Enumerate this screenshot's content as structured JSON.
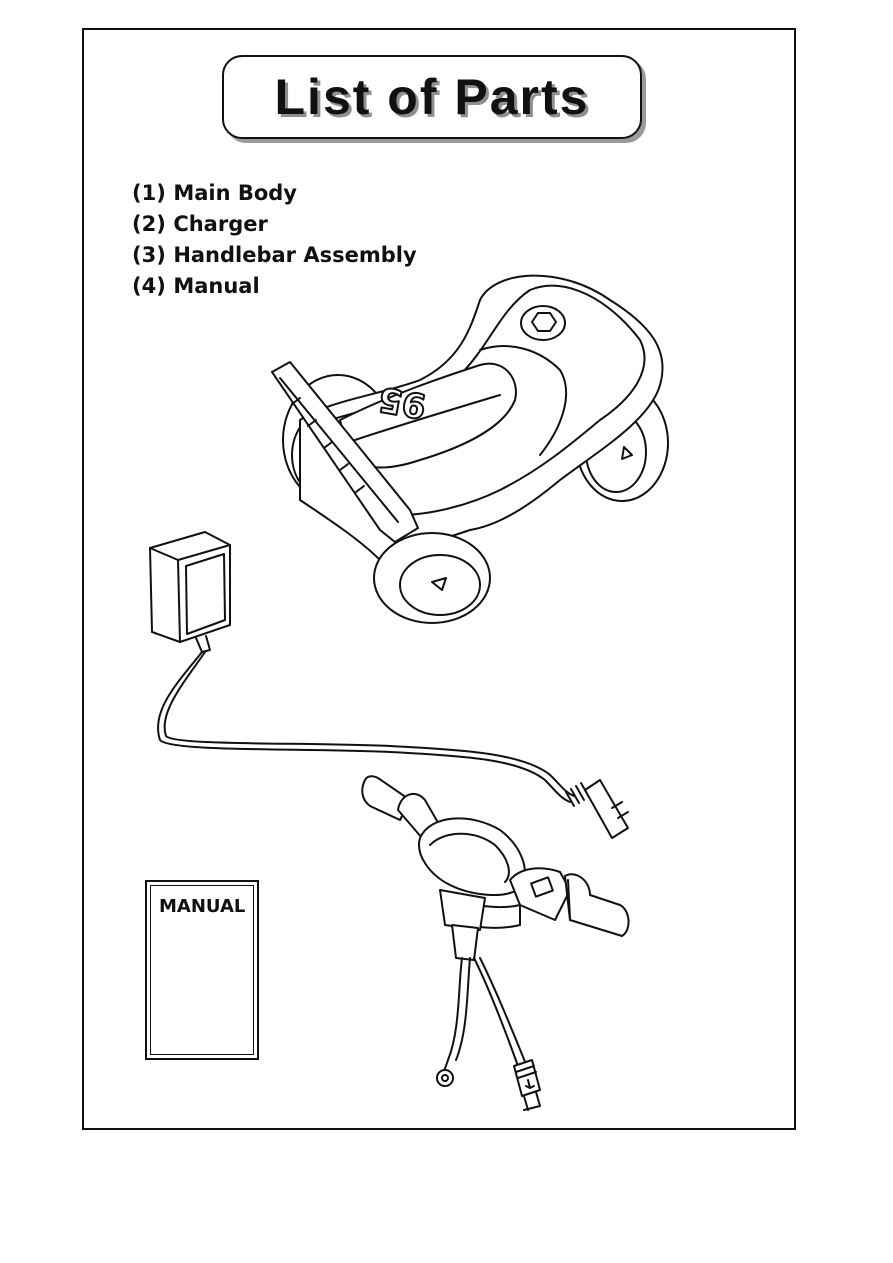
{
  "title": "List of Parts",
  "parts": [
    {
      "number": "(1)",
      "name": "Main Body"
    },
    {
      "number": "(2)",
      "name": "Charger"
    },
    {
      "number": "(3)",
      "name": "Handlebar Assembly"
    },
    {
      "number": "(4)",
      "name": "Manual"
    }
  ],
  "vehicle_number": "95",
  "manual_cover_text": "MANUAL",
  "colors": {
    "line": "#111111",
    "shadow": "#8f8f8f",
    "background": "#ffffff"
  }
}
